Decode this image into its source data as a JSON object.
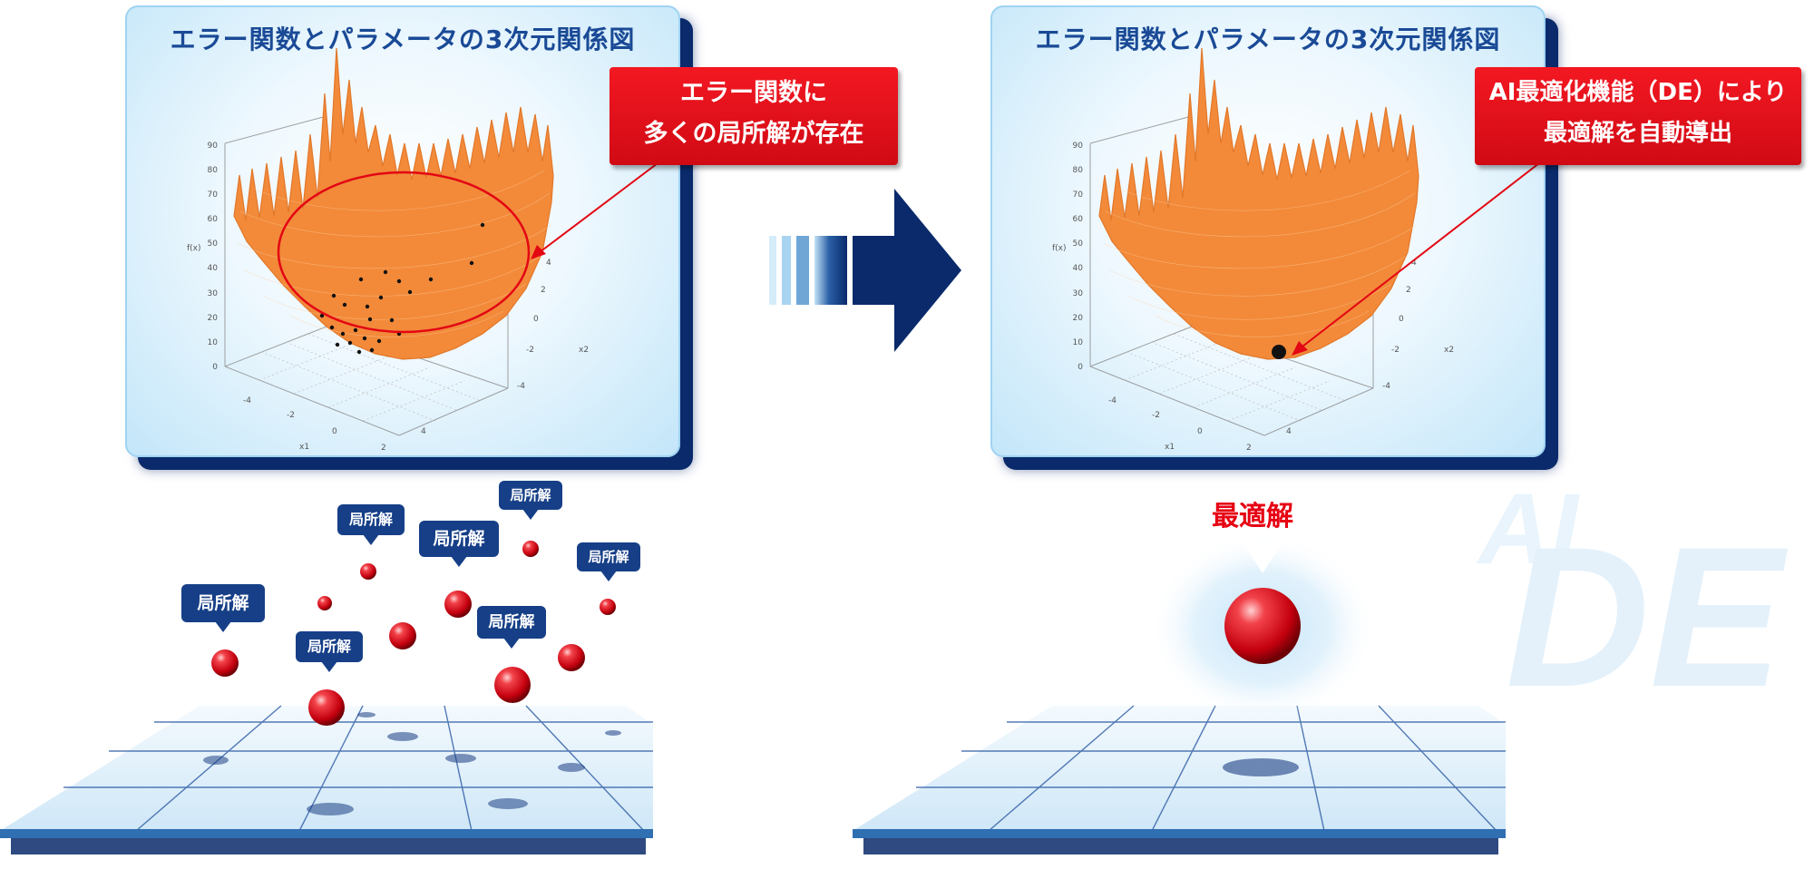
{
  "left_panel": {
    "title": "エラー関数とパラメータの3次元関係図",
    "callout": [
      "エラー関数に",
      "多くの局所解が存在"
    ]
  },
  "right_panel": {
    "title": "エラー関数とパラメータの3次元関係図",
    "callout": [
      "AI最適化機能（DE）により",
      "最適解を自動導出"
    ]
  },
  "plot": {
    "z_ticks": [
      "0",
      "10",
      "20",
      "30",
      "40",
      "50",
      "60",
      "70",
      "80",
      "90"
    ],
    "z_label": "f(x)",
    "x1_ticks": [
      "-4",
      "-2",
      "0",
      "2",
      "4"
    ],
    "x1_label": "x1",
    "x2_ticks": [
      "-4",
      "-2",
      "0",
      "2",
      "4"
    ],
    "x2_label": "x2"
  },
  "local_solution_label": "局所解",
  "local_solution_tags": [
    "局所解",
    "局所解",
    "局所解",
    "局所解",
    "局所解",
    "局所解",
    "局所解"
  ],
  "best_solution_label": "最適解",
  "watermark": "AI DE",
  "colors": {
    "surface": "#f28a3a",
    "callout": "#e30613",
    "navy": "#0a2a6b",
    "title": "#1a4a96"
  }
}
